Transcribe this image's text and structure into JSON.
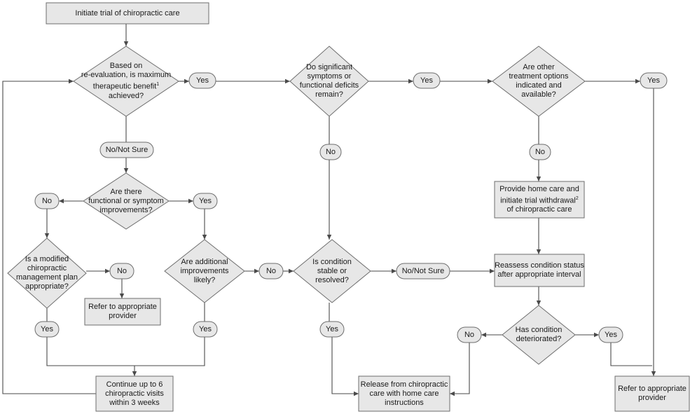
{
  "colors": {
    "fill": "#e7e7e7",
    "stroke": "#6e6e6e",
    "line": "#4a4a4a",
    "text": "#1a1a1a"
  },
  "nodes": {
    "initiate": {
      "lines": [
        "Initiate trial of chiropractic care"
      ]
    },
    "max_benefit": {
      "lines": [
        "Based on",
        "re-evaluation, is maximum",
        "therapeutic benefit",
        "achieved?"
      ],
      "footnote": "1"
    },
    "yes_1": {
      "lines": [
        "Yes"
      ]
    },
    "sig_symptoms": {
      "lines": [
        "Do significant",
        "symptoms or",
        "functional deficits",
        "remain?"
      ]
    },
    "yes_2": {
      "lines": [
        "Yes"
      ]
    },
    "other_options": {
      "lines": [
        "Are other",
        "treatment options",
        "indicated and",
        "available?"
      ]
    },
    "yes_3": {
      "lines": [
        "Yes"
      ]
    },
    "no_not_sure_1": {
      "lines": [
        "No/Not Sure"
      ]
    },
    "no_sig": {
      "lines": [
        "No"
      ]
    },
    "no_other": {
      "lines": [
        "No"
      ]
    },
    "improvements": {
      "lines": [
        "Are there",
        "functional or symptom",
        "improvements?"
      ]
    },
    "no_improve": {
      "lines": [
        "No"
      ]
    },
    "yes_improve": {
      "lines": [
        "Yes"
      ]
    },
    "home_care_withdrawal": {
      "lines": [
        "Provide home care and",
        "initiate trial withdrawal",
        "of chiropractic care"
      ],
      "footnote": "2"
    },
    "modified_plan": {
      "lines": [
        "Is a modified",
        "chiropractic",
        "management plan",
        "appropriate?"
      ]
    },
    "no_modified": {
      "lines": [
        "No"
      ]
    },
    "additional": {
      "lines": [
        "Are additional",
        "improvements",
        "likely?"
      ]
    },
    "no_additional": {
      "lines": [
        "No"
      ]
    },
    "stable": {
      "lines": [
        "Is condition",
        "stable or",
        "resolved?"
      ]
    },
    "no_not_sure_2": {
      "lines": [
        "No/Not Sure"
      ]
    },
    "reassess": {
      "lines": [
        "Reassess condition status",
        "after appropriate interval"
      ]
    },
    "refer_1": {
      "lines": [
        "Refer to appropriate",
        "provider"
      ]
    },
    "deteriorated": {
      "lines": [
        "Has condition",
        "deteriorated?"
      ]
    },
    "no_det": {
      "lines": [
        "No"
      ]
    },
    "yes_det": {
      "lines": [
        "Yes"
      ]
    },
    "yes_modified": {
      "lines": [
        "Yes"
      ]
    },
    "yes_additional": {
      "lines": [
        "Yes"
      ]
    },
    "yes_stable": {
      "lines": [
        "Yes"
      ]
    },
    "continue_visits": {
      "lines": [
        "Continue up to 6",
        "chiropractic visits",
        "within 3 weeks"
      ]
    },
    "release": {
      "lines": [
        "Release from chiropractic",
        "care with home care",
        "instructions"
      ]
    },
    "refer_2": {
      "lines": [
        "Refer to appropriate",
        "provider"
      ]
    }
  }
}
